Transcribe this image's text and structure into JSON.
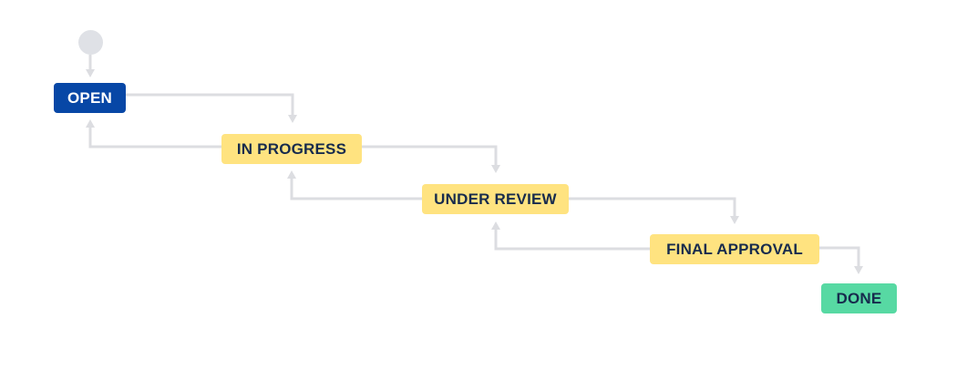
{
  "workflow": {
    "statuses": [
      {
        "label": "OPEN",
        "category": "to-do",
        "color": "#0747a6"
      },
      {
        "label": "IN PROGRESS",
        "category": "in-progress",
        "color": "#ffe380"
      },
      {
        "label": "UNDER REVIEW",
        "category": "in-progress",
        "color": "#ffe380"
      },
      {
        "label": "FINAL APPROVAL",
        "category": "in-progress",
        "color": "#ffe380"
      },
      {
        "label": "DONE",
        "category": "done",
        "color": "#57d9a3"
      }
    ],
    "transitions": [
      {
        "from": "start",
        "to": "OPEN"
      },
      {
        "from": "OPEN",
        "to": "IN PROGRESS"
      },
      {
        "from": "IN PROGRESS",
        "to": "OPEN"
      },
      {
        "from": "IN PROGRESS",
        "to": "UNDER REVIEW"
      },
      {
        "from": "UNDER REVIEW",
        "to": "IN PROGRESS"
      },
      {
        "from": "UNDER REVIEW",
        "to": "FINAL APPROVAL"
      },
      {
        "from": "FINAL APPROVAL",
        "to": "UNDER REVIEW"
      },
      {
        "from": "FINAL APPROVAL",
        "to": "DONE"
      }
    ],
    "connector_color": "#dcdde1",
    "start_color": "#dfe1e6"
  }
}
